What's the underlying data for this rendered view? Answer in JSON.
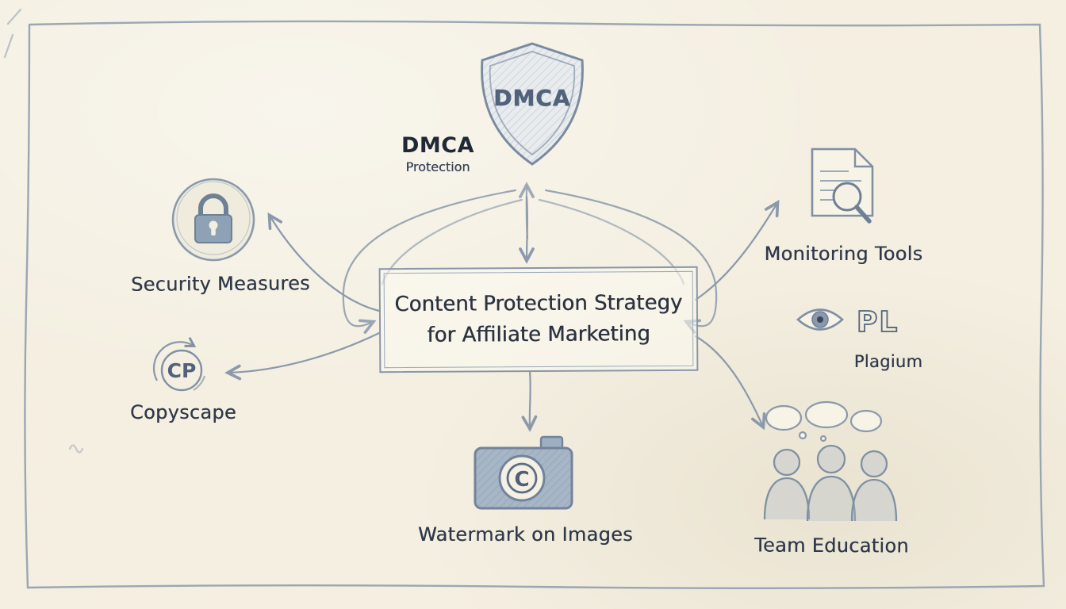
{
  "diagram": {
    "title": "Content Protection Strategy for Affiliate Marketing",
    "center": {
      "line1": "Content Protection Strategy",
      "line2": "for Affiliate Marketing"
    },
    "nodes": {
      "dmca": {
        "icon_text": "DMCA",
        "label": "DMCA",
        "sublabel": "Protection"
      },
      "security": {
        "label": "Security Measures"
      },
      "copyscape": {
        "icon_text": "CP",
        "label": "Copyscape"
      },
      "watermark": {
        "icon_text": "C",
        "label": "Watermark on Images"
      },
      "monitoring": {
        "label": "Monitoring Tools"
      },
      "plagium": {
        "icon_text": "PL",
        "label": "Plagium"
      },
      "team": {
        "label": "Team Education"
      }
    },
    "colors": {
      "paper": "#f4efe1",
      "pencil": "#8b99ab",
      "ink": "#2d3644"
    }
  }
}
